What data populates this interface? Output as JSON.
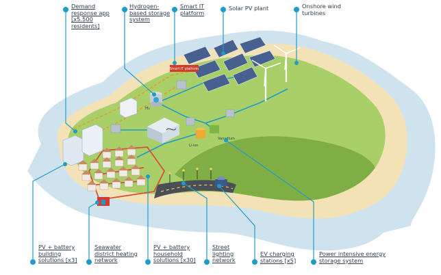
{
  "labels": {
    "demand_response": [
      "Demand",
      "response app",
      "[x5.500",
      "residents]"
    ],
    "hydrogen_storage": [
      "Hydrogen-",
      "based storage",
      "system"
    ],
    "smart_it": [
      "Smart IT",
      "platform"
    ],
    "solar_pv": [
      "Solar PV plant"
    ],
    "onshore_wind": [
      "Onshore wind",
      "turbines"
    ],
    "pv_battery_building": [
      "PV + battery",
      "building",
      "solutions [x3]"
    ],
    "seawater_heating": [
      "Seawater",
      "district heating",
      "network"
    ],
    "pv_battery_household": [
      "PV + battery",
      "household",
      "solutions [x30]"
    ],
    "street_lighting": [
      "Street",
      "lighting",
      "network"
    ],
    "ev_charging": [
      "EV charging",
      "stations [x5]"
    ],
    "power_storage": [
      "Power intensive energy",
      "storage system"
    ]
  },
  "scene_tags": {
    "smart_it_sign": "Smart IT platform",
    "h2": "H₂",
    "li_ion": "Li-ion",
    "vanadium": "Vanadium"
  },
  "colors": {
    "sea": "#cfe3ef",
    "shore": "#f2e2b6",
    "grass": "#a9cf68",
    "grass_dark": "#7fae45",
    "cable": "#1e9cc8",
    "heat": "#d94e36",
    "dashed": "#e89a2c",
    "text": "#2e3d4f"
  }
}
